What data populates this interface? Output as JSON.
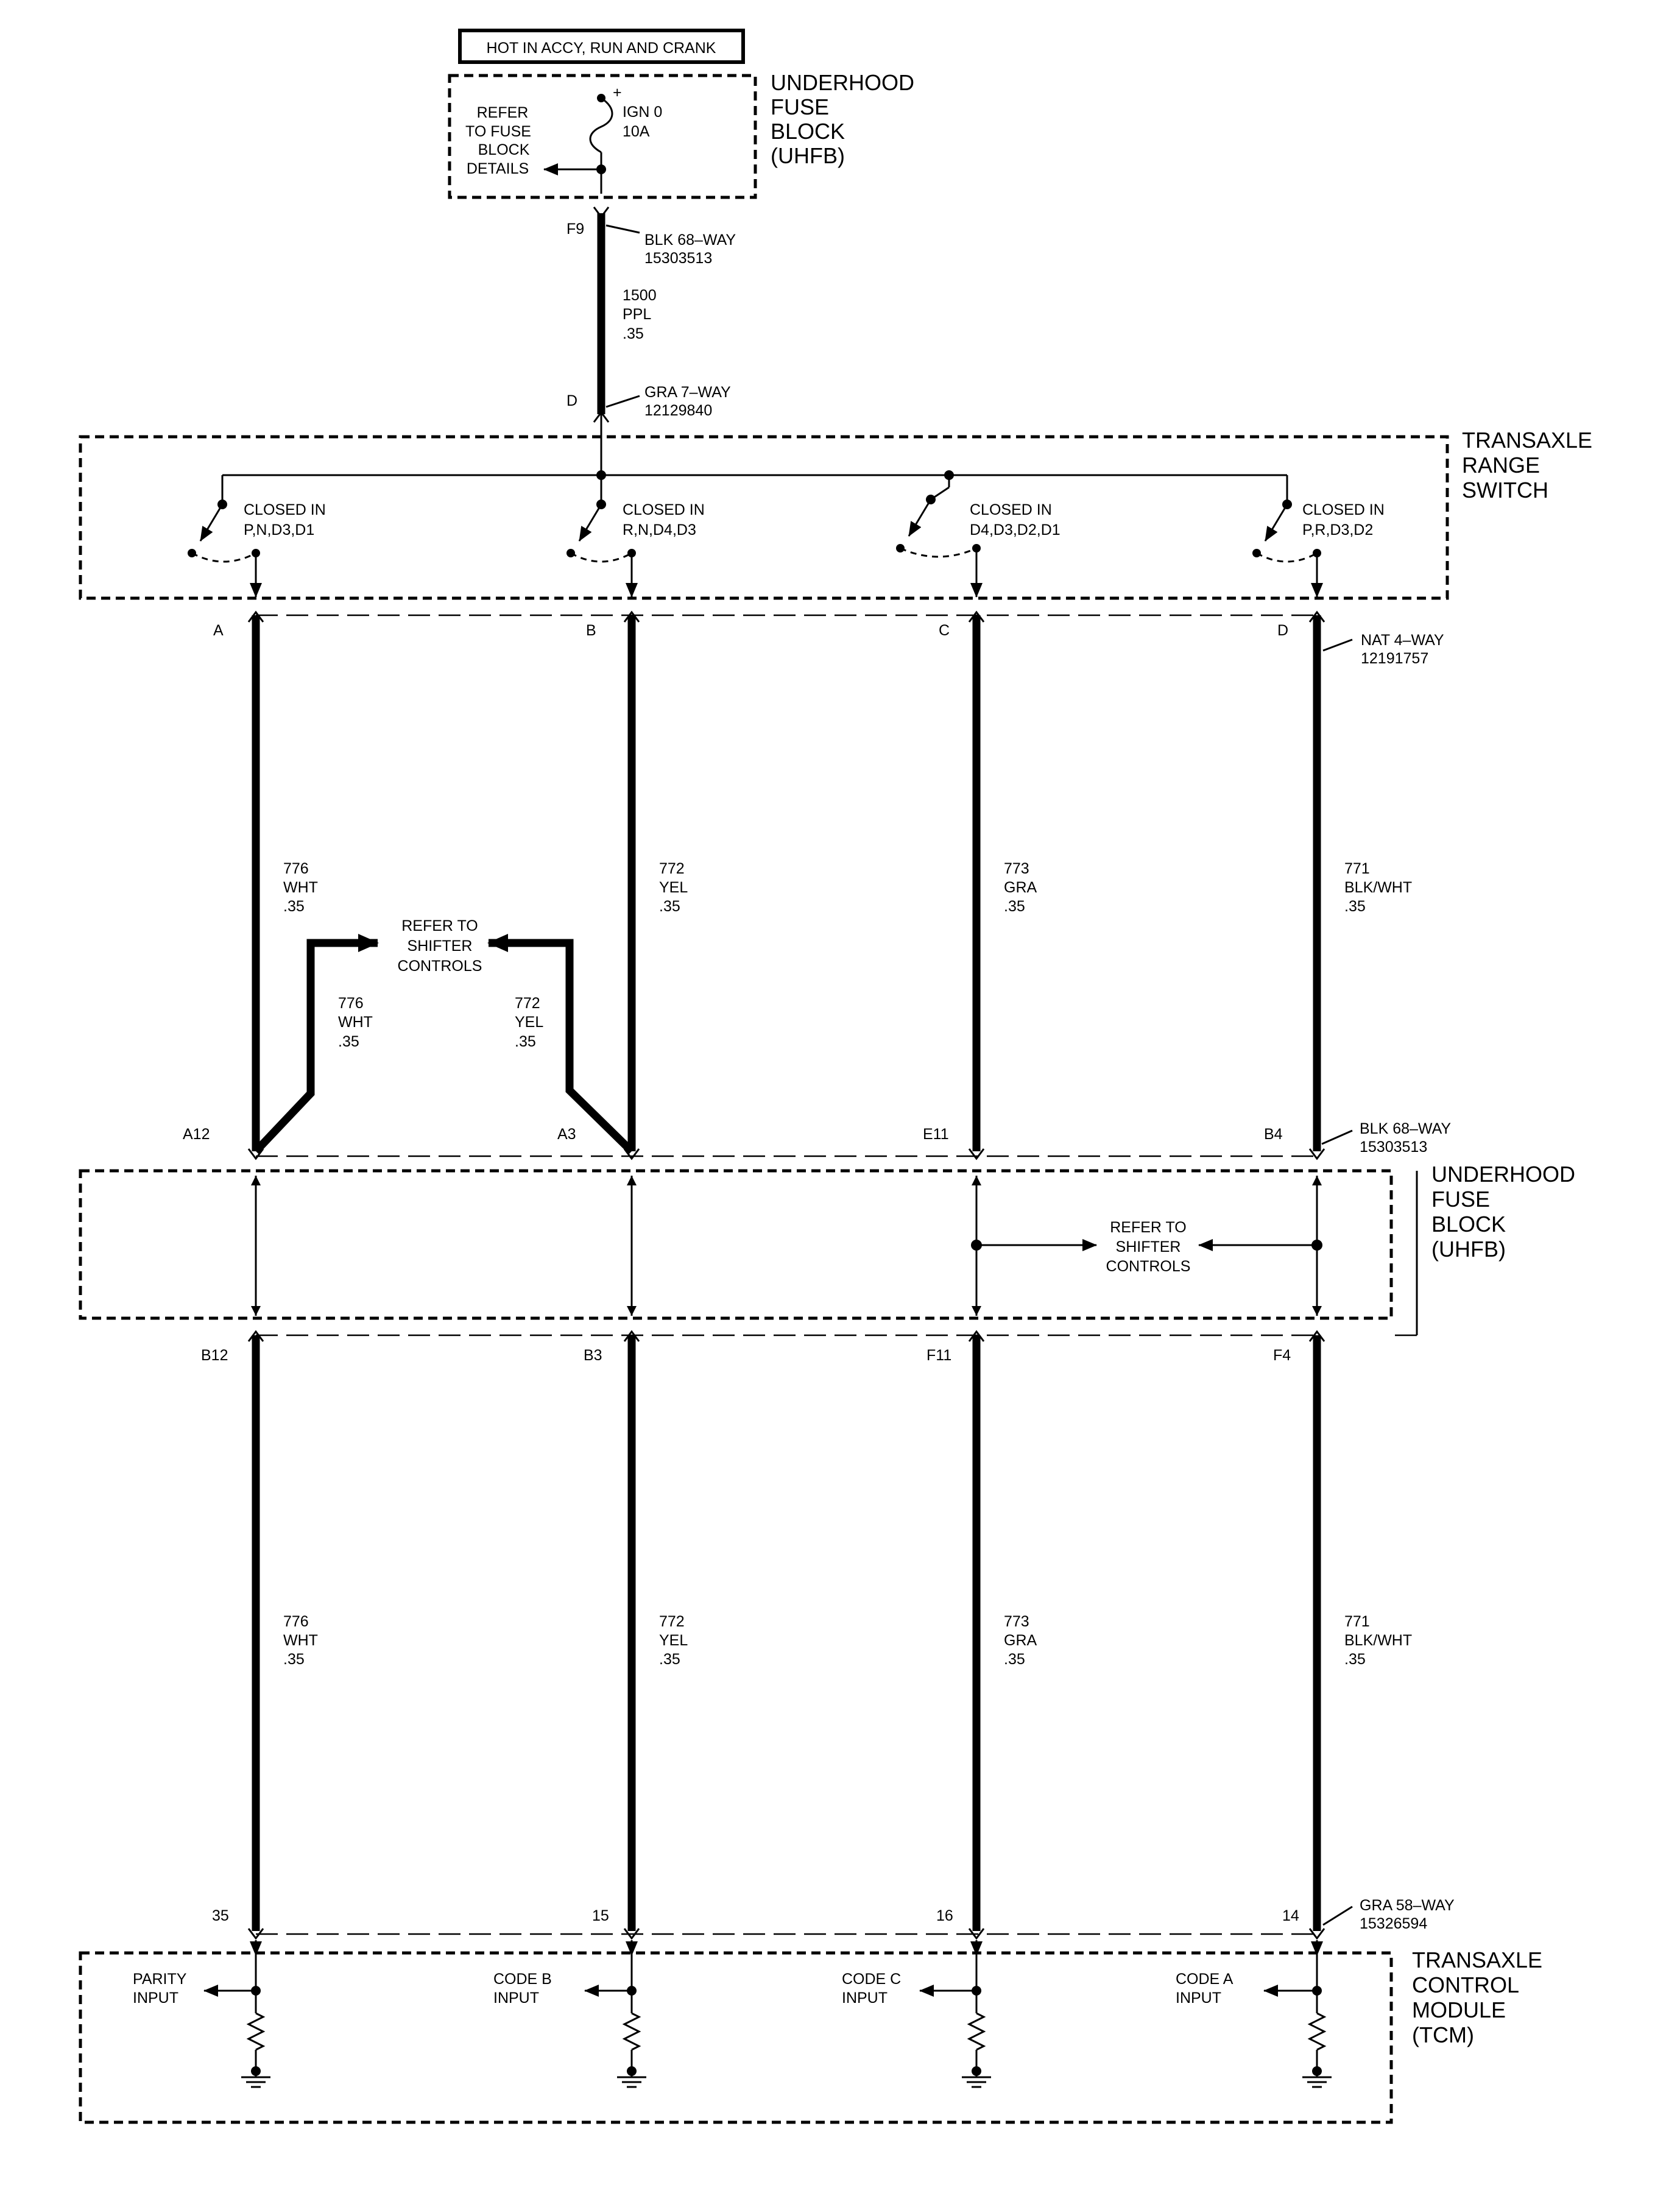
{
  "hot_in": "HOT IN ACCY, RUN AND CRANK",
  "uhfb_top": {
    "name": [
      "UNDERHOOD",
      "FUSE",
      "BLOCK",
      "(UHFB)"
    ],
    "refer": [
      "REFER",
      "TO FUSE",
      "BLOCK",
      "DETAILS"
    ],
    "fuse": [
      "IGN 0",
      "10A"
    ],
    "plus": "+"
  },
  "feed": {
    "pin_top": "F9",
    "conn_top": [
      "BLK 68–WAY",
      "15303513"
    ],
    "wire": [
      "1500",
      "PPL",
      ".35"
    ],
    "pin_bottom": "D",
    "conn_bottom": [
      "GRA 7–WAY",
      "12129840"
    ]
  },
  "switch": {
    "name": [
      "TRANSAXLE",
      "RANGE",
      "SWITCH"
    ],
    "contacts": [
      [
        "CLOSED IN",
        "P,N,D3,D1"
      ],
      [
        "CLOSED IN",
        "R,N,D4,D3"
      ],
      [
        "CLOSED IN",
        "D4,D3,D2,D1"
      ],
      [
        "CLOSED IN",
        "P,R,D3,D2"
      ]
    ]
  },
  "switch_pins": [
    "A",
    "B",
    "C",
    "D"
  ],
  "switch_conn": [
    "NAT 4–WAY",
    "12191757"
  ],
  "wires_upper": [
    [
      "776",
      "WHT",
      ".35"
    ],
    [
      "772",
      "YEL",
      ".35"
    ],
    [
      "773",
      "GRA",
      ".35"
    ],
    [
      "771",
      "BLK/WHT",
      ".35"
    ]
  ],
  "shifter_top": {
    "label": [
      "REFER TO",
      "SHIFTER",
      "CONTROLS"
    ],
    "left_wire": [
      "776",
      "WHT",
      ".35"
    ],
    "right_wire": [
      "772",
      "YEL",
      ".35"
    ]
  },
  "uhfb_in_pins": [
    "A12",
    "A3",
    "E11",
    "B4"
  ],
  "uhfb_in_conn": [
    "BLK 68–WAY",
    "15303513"
  ],
  "uhfb_mid": {
    "name": [
      "UNDERHOOD",
      "FUSE",
      "BLOCK",
      "(UHFB)"
    ],
    "refer": [
      "REFER TO",
      "SHIFTER",
      "CONTROLS"
    ]
  },
  "uhfb_out_pins": [
    "B12",
    "B3",
    "F11",
    "F4"
  ],
  "wires_lower": [
    [
      "776",
      "WHT",
      ".35"
    ],
    [
      "772",
      "YEL",
      ".35"
    ],
    [
      "773",
      "GRA",
      ".35"
    ],
    [
      "771",
      "BLK/WHT",
      ".35"
    ]
  ],
  "tcm_pins": [
    "35",
    "15",
    "16",
    "14"
  ],
  "tcm_conn": [
    "GRA 58–WAY",
    "15326594"
  ],
  "tcm": {
    "name": [
      "TRANSAXLE",
      "CONTROL",
      "MODULE",
      "(TCM)"
    ],
    "inputs": [
      [
        "PARITY",
        "INPUT"
      ],
      [
        "CODE B",
        "INPUT"
      ],
      [
        "CODE C",
        "INPUT"
      ],
      [
        "CODE A",
        "INPUT"
      ]
    ]
  }
}
